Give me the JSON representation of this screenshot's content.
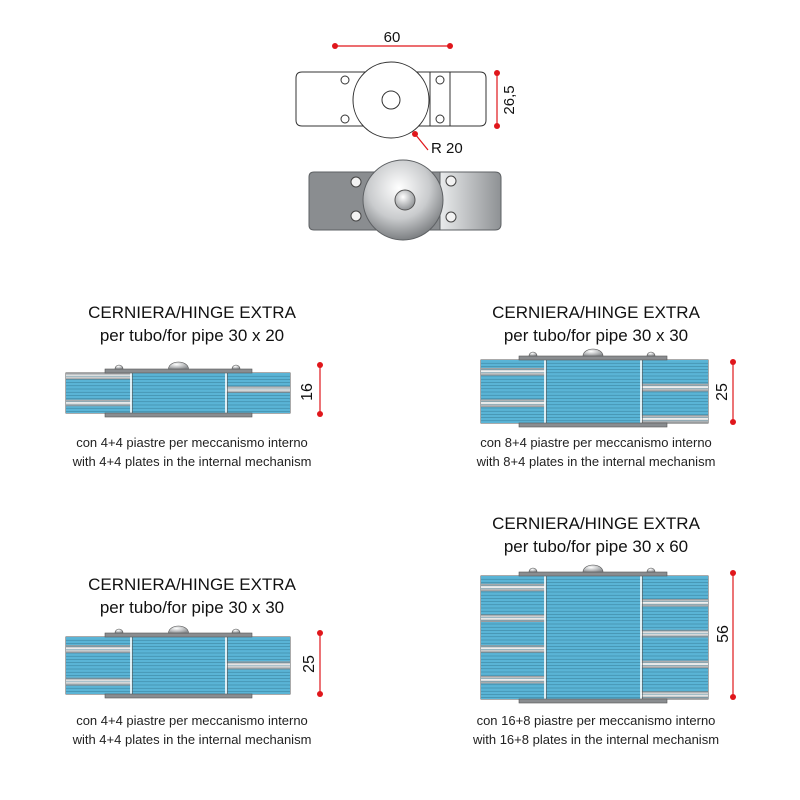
{
  "top": {
    "width_label": "60",
    "height_label": "26,5",
    "radius_label": "R 20"
  },
  "panels": [
    {
      "title_line1": "CERNIERA/HINGE EXTRA",
      "title_line2": "per tubo/for pipe 30 x 20",
      "dimension": "16",
      "caption_line1": "con 4+4 piastre per meccanismo interno",
      "caption_line2": "with 4+4 plates in the internal mechanism"
    },
    {
      "title_line1": "CERNIERA/HINGE EXTRA",
      "title_line2": "per tubo/for pipe 30 x 30",
      "dimension": "25",
      "caption_line1": "con 8+4 piastre per meccanismo interno",
      "caption_line2": "with 8+4 plates in the internal mechanism"
    },
    {
      "title_line1": "CERNIERA/HINGE EXTRA",
      "title_line2": "per tubo/for pipe 30 x 30",
      "dimension": "25",
      "caption_line1": "con 4+4 piastre per meccanismo interno",
      "caption_line2": "with 4+4 plates in the internal mechanism"
    },
    {
      "title_line1": "CERNIERA/HINGE EXTRA",
      "title_line2": "per tubo/for pipe 30 x 60",
      "dimension": "56",
      "caption_line1": "con 16+8 piastre per meccanismo interno",
      "caption_line2": "with 16+8 plates in the internal mechanism"
    }
  ],
  "colors": {
    "plate_blue": "#5ab4d6",
    "dimension_red": "#e0161b",
    "metal_gray": "#8a8d90"
  }
}
